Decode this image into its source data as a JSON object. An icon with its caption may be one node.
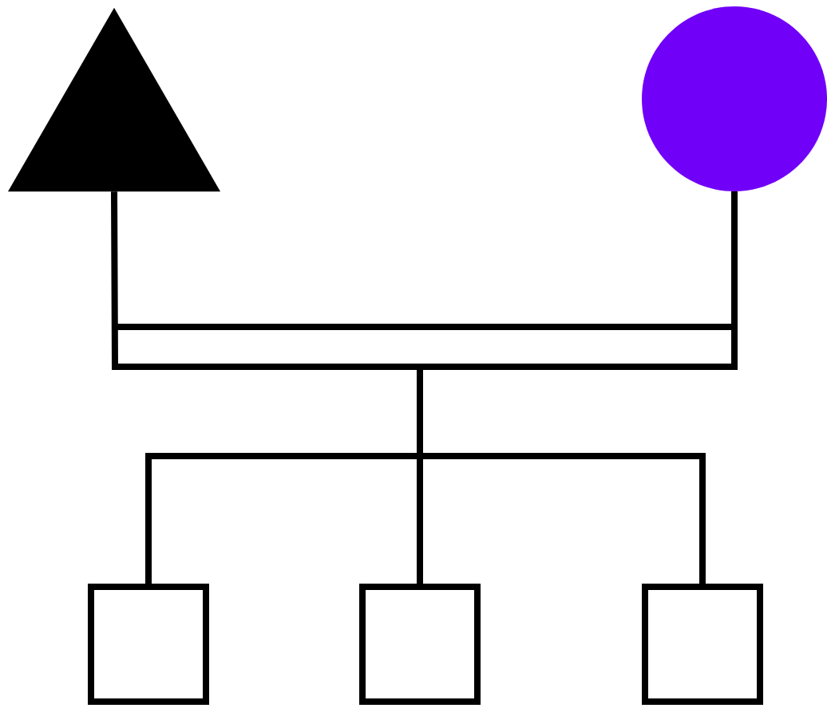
{
  "diagram": {
    "nodes": [
      {
        "text": [],
        "shape": "triangle"
      },
      {
        "text": [],
        "shape": "circle"
      },
      {
        "text": [],
        "shape": "box"
      },
      {
        "text": [],
        "shape": "box"
      },
      {
        "text": [],
        "shape": "box"
      }
    ],
    "edges": [
      {
        "from": 0,
        "to": 2,
        "arrow": "none"
      },
      {
        "from": 0,
        "to": 3,
        "arrow": "none"
      },
      {
        "from": 0,
        "to": 4,
        "arrow": "none"
      },
      {
        "from": 1,
        "to": 2,
        "arrow": "none"
      },
      {
        "from": 1,
        "to": 3,
        "arrow": "none"
      },
      {
        "from": 1,
        "to": 4,
        "arrow": "none"
      }
    ]
  }
}
